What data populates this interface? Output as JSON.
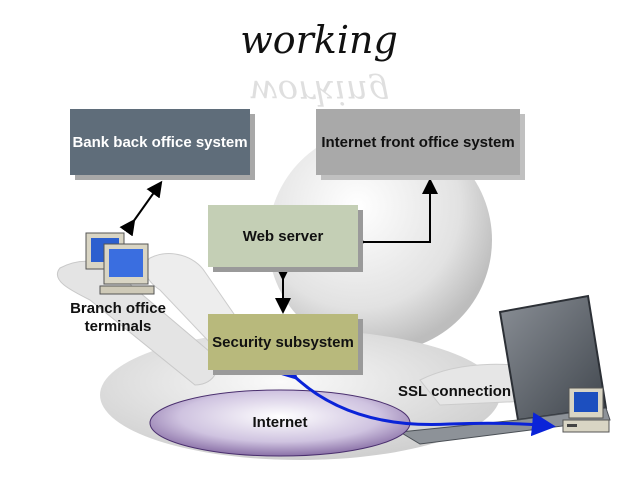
{
  "title": "working",
  "boxes": {
    "bank_back_office": "Bank back office system",
    "internet_front_office": "Internet front office system",
    "web_server": "Web server",
    "security_subsystem": "Security subsystem"
  },
  "labels": {
    "branch_terminals": "Branch office terminals",
    "ssl_connection": "SSL connection",
    "internet": "Internet"
  },
  "colors": {
    "bank_box": "#5f6d7a",
    "front_office_box": "#a9a9a9",
    "web_server_box": "#c4cfb5",
    "security_box": "#b8b97c",
    "internet_ellipse": "#6a4a8c",
    "ssl_arrow": "#0a23d8"
  }
}
